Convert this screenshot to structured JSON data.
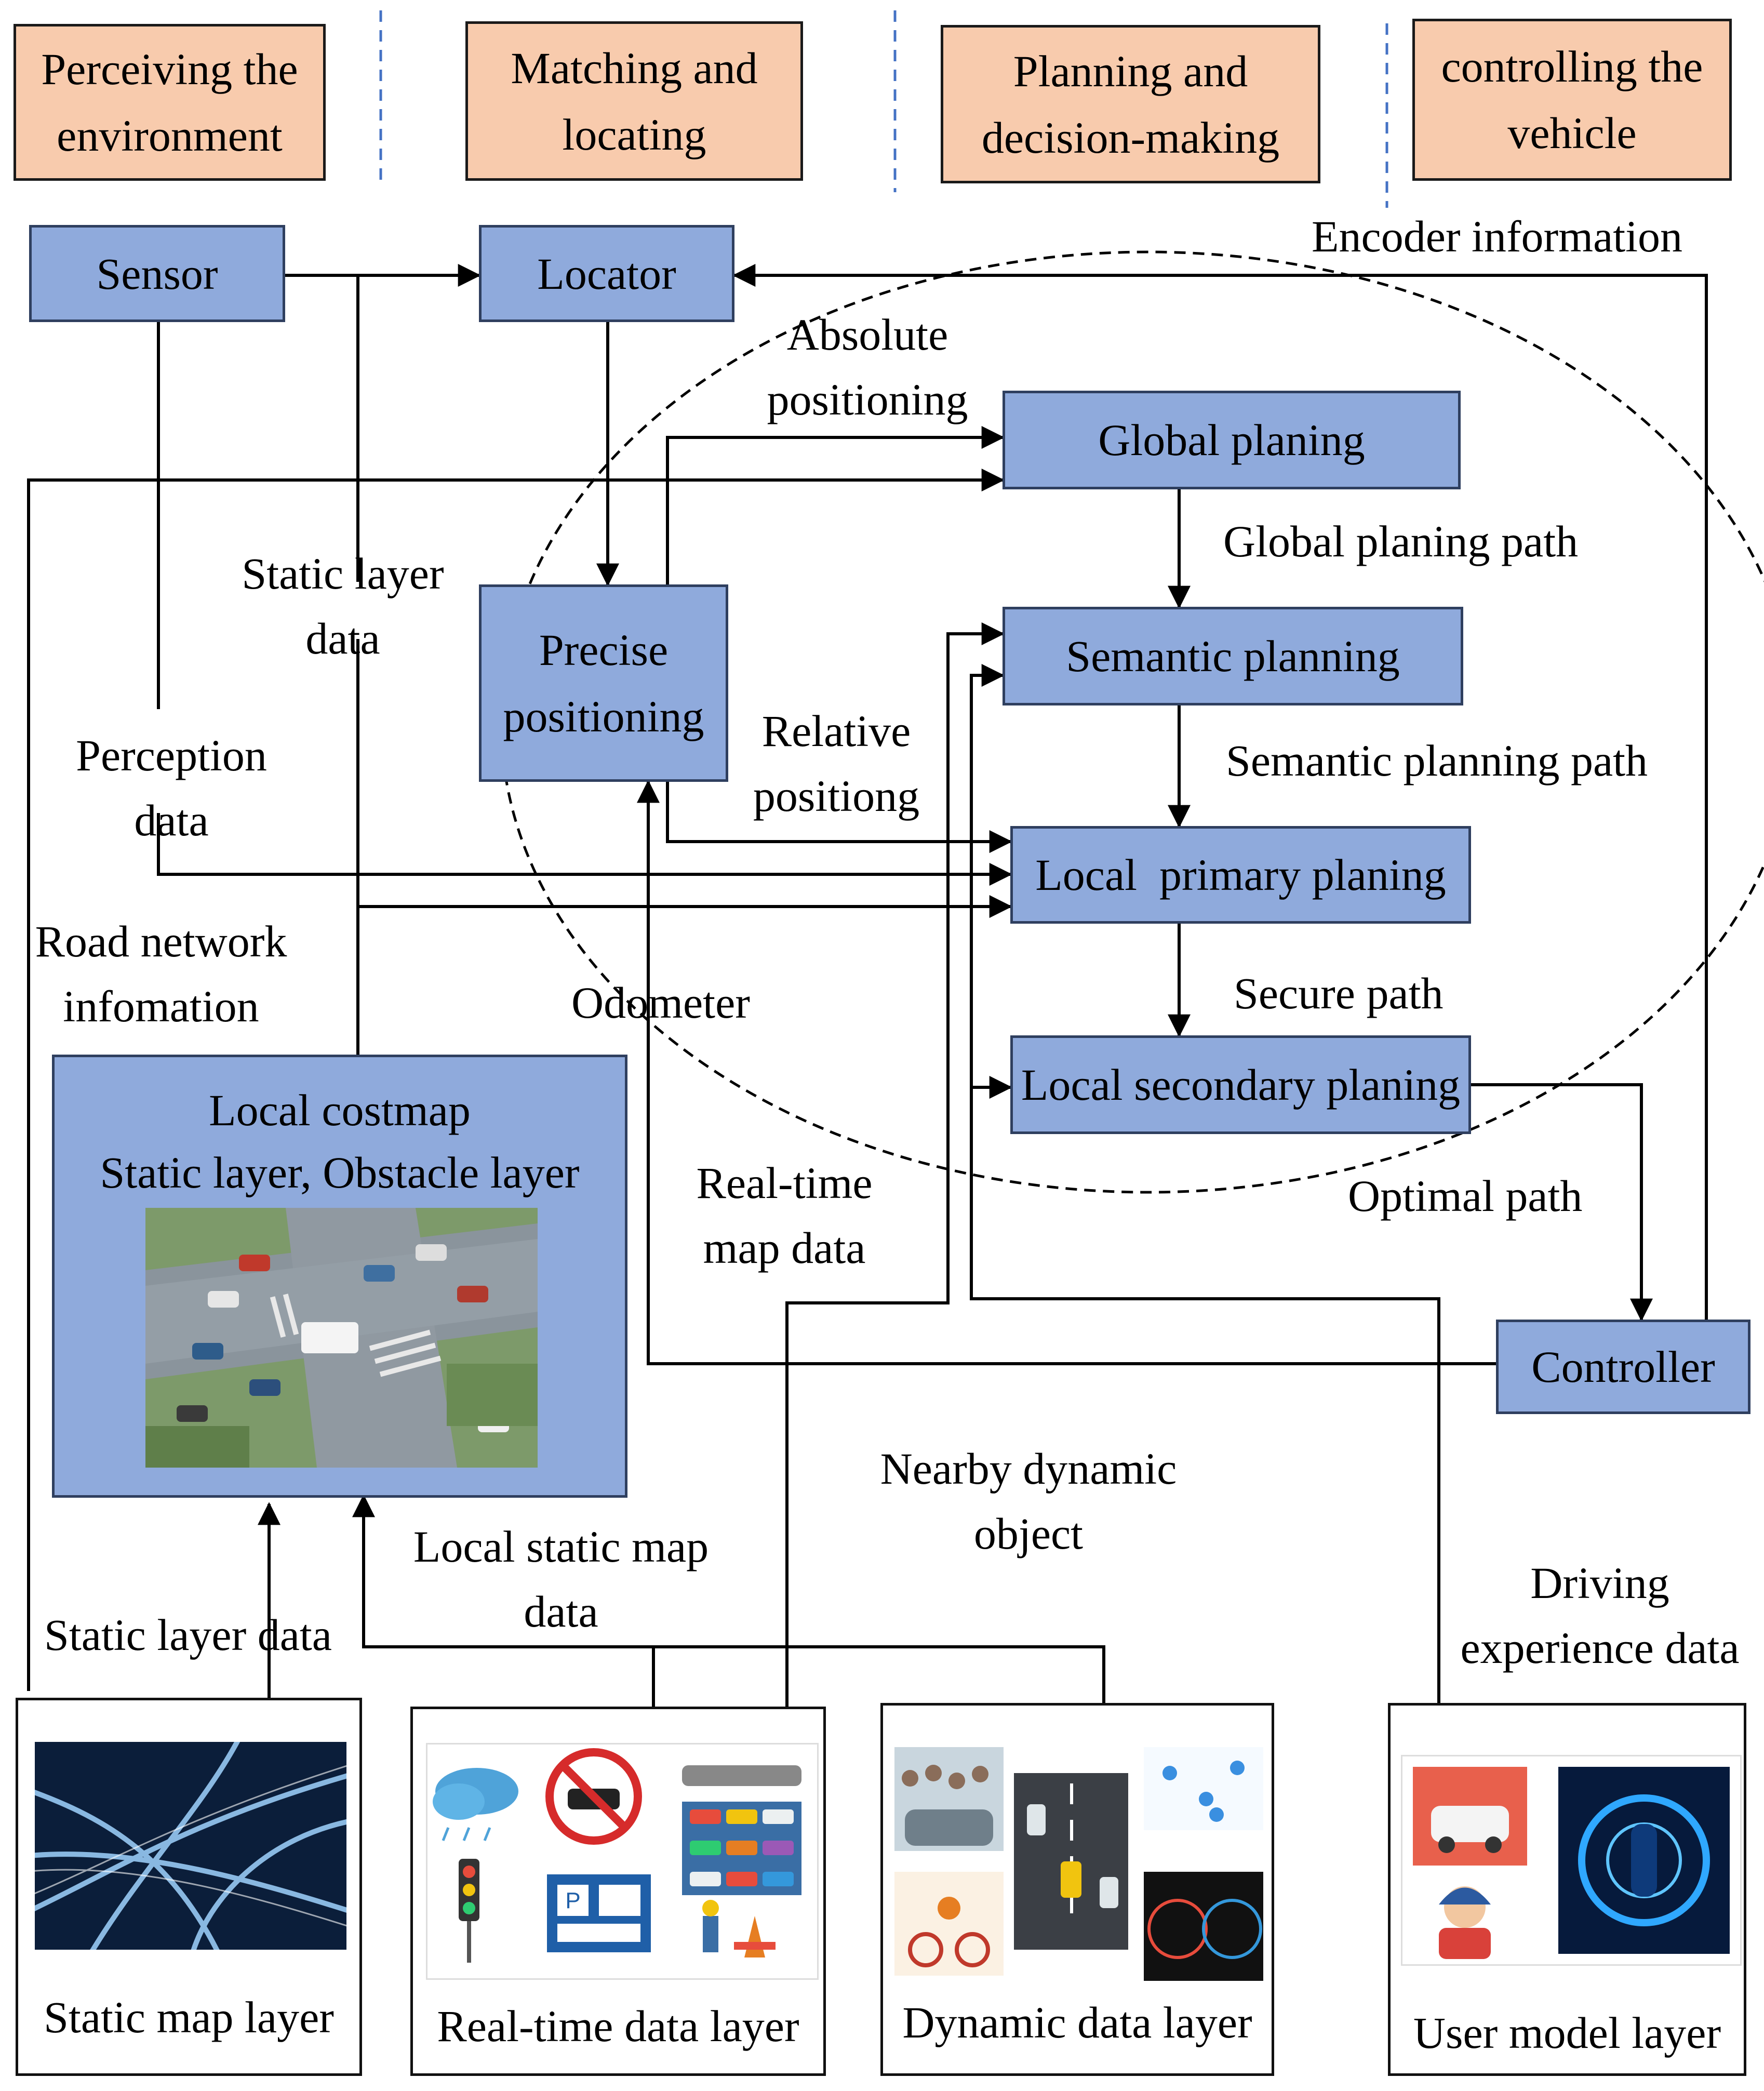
{
  "stages": [
    {
      "label": "Perceiving the environment"
    },
    {
      "label": "Matching and locating"
    },
    {
      "label": "Planning and decision-making"
    },
    {
      "label": "controlling the vehicle"
    }
  ],
  "nodes": {
    "sensor": "Sensor",
    "locator": "Locator",
    "global_planing": "Global planing",
    "precise_positioning": "Precise positioning",
    "semantic_planning": "Semantic planning",
    "local_primary_planing": "Local  primary planing",
    "local_secondary_planing": "Local secondary planing",
    "controller": "Controller"
  },
  "costmap": {
    "title": "Local costmap",
    "subtitle": "Static layer, Obstacle layer",
    "image_alt": "aerial view of a road intersection with cars"
  },
  "edge_labels": {
    "encoder_information": "Encoder information",
    "absolute_positioning": "Absolute positioning",
    "global_planing_path": "Global planing path",
    "static_layer_data_top": "Static layer data",
    "relative_positiong": "Relative positiong",
    "semantic_planning_path": "Semantic planning path",
    "perception_data": "Perception data",
    "road_network_infomation": "Road network infomation",
    "odometer": "Odometer",
    "secure_path": "Secure path",
    "real_time_map_data": "Real-time map data",
    "optimal_path": "Optimal path",
    "nearby_dynamic_object": "Nearby dynamic object",
    "local_static_map_data": "Local static map data",
    "static_layer_data_bottom": "Static layer data",
    "driving_experience_data": "Driving experience data"
  },
  "layers": [
    {
      "label": "Static map layer",
      "image_alt": "night aerial view of a highway interchange"
    },
    {
      "label": "Real-time data layer",
      "image_alt": "weather, traffic sign, traffic light, parking and road work icons"
    },
    {
      "label": "Dynamic data layer",
      "image_alt": "crowd, traffic lanes, map pins, cyclist and dashboard icons"
    },
    {
      "label": "User model layer",
      "image_alt": "car and driver icons with a digital steering wheel"
    }
  ]
}
